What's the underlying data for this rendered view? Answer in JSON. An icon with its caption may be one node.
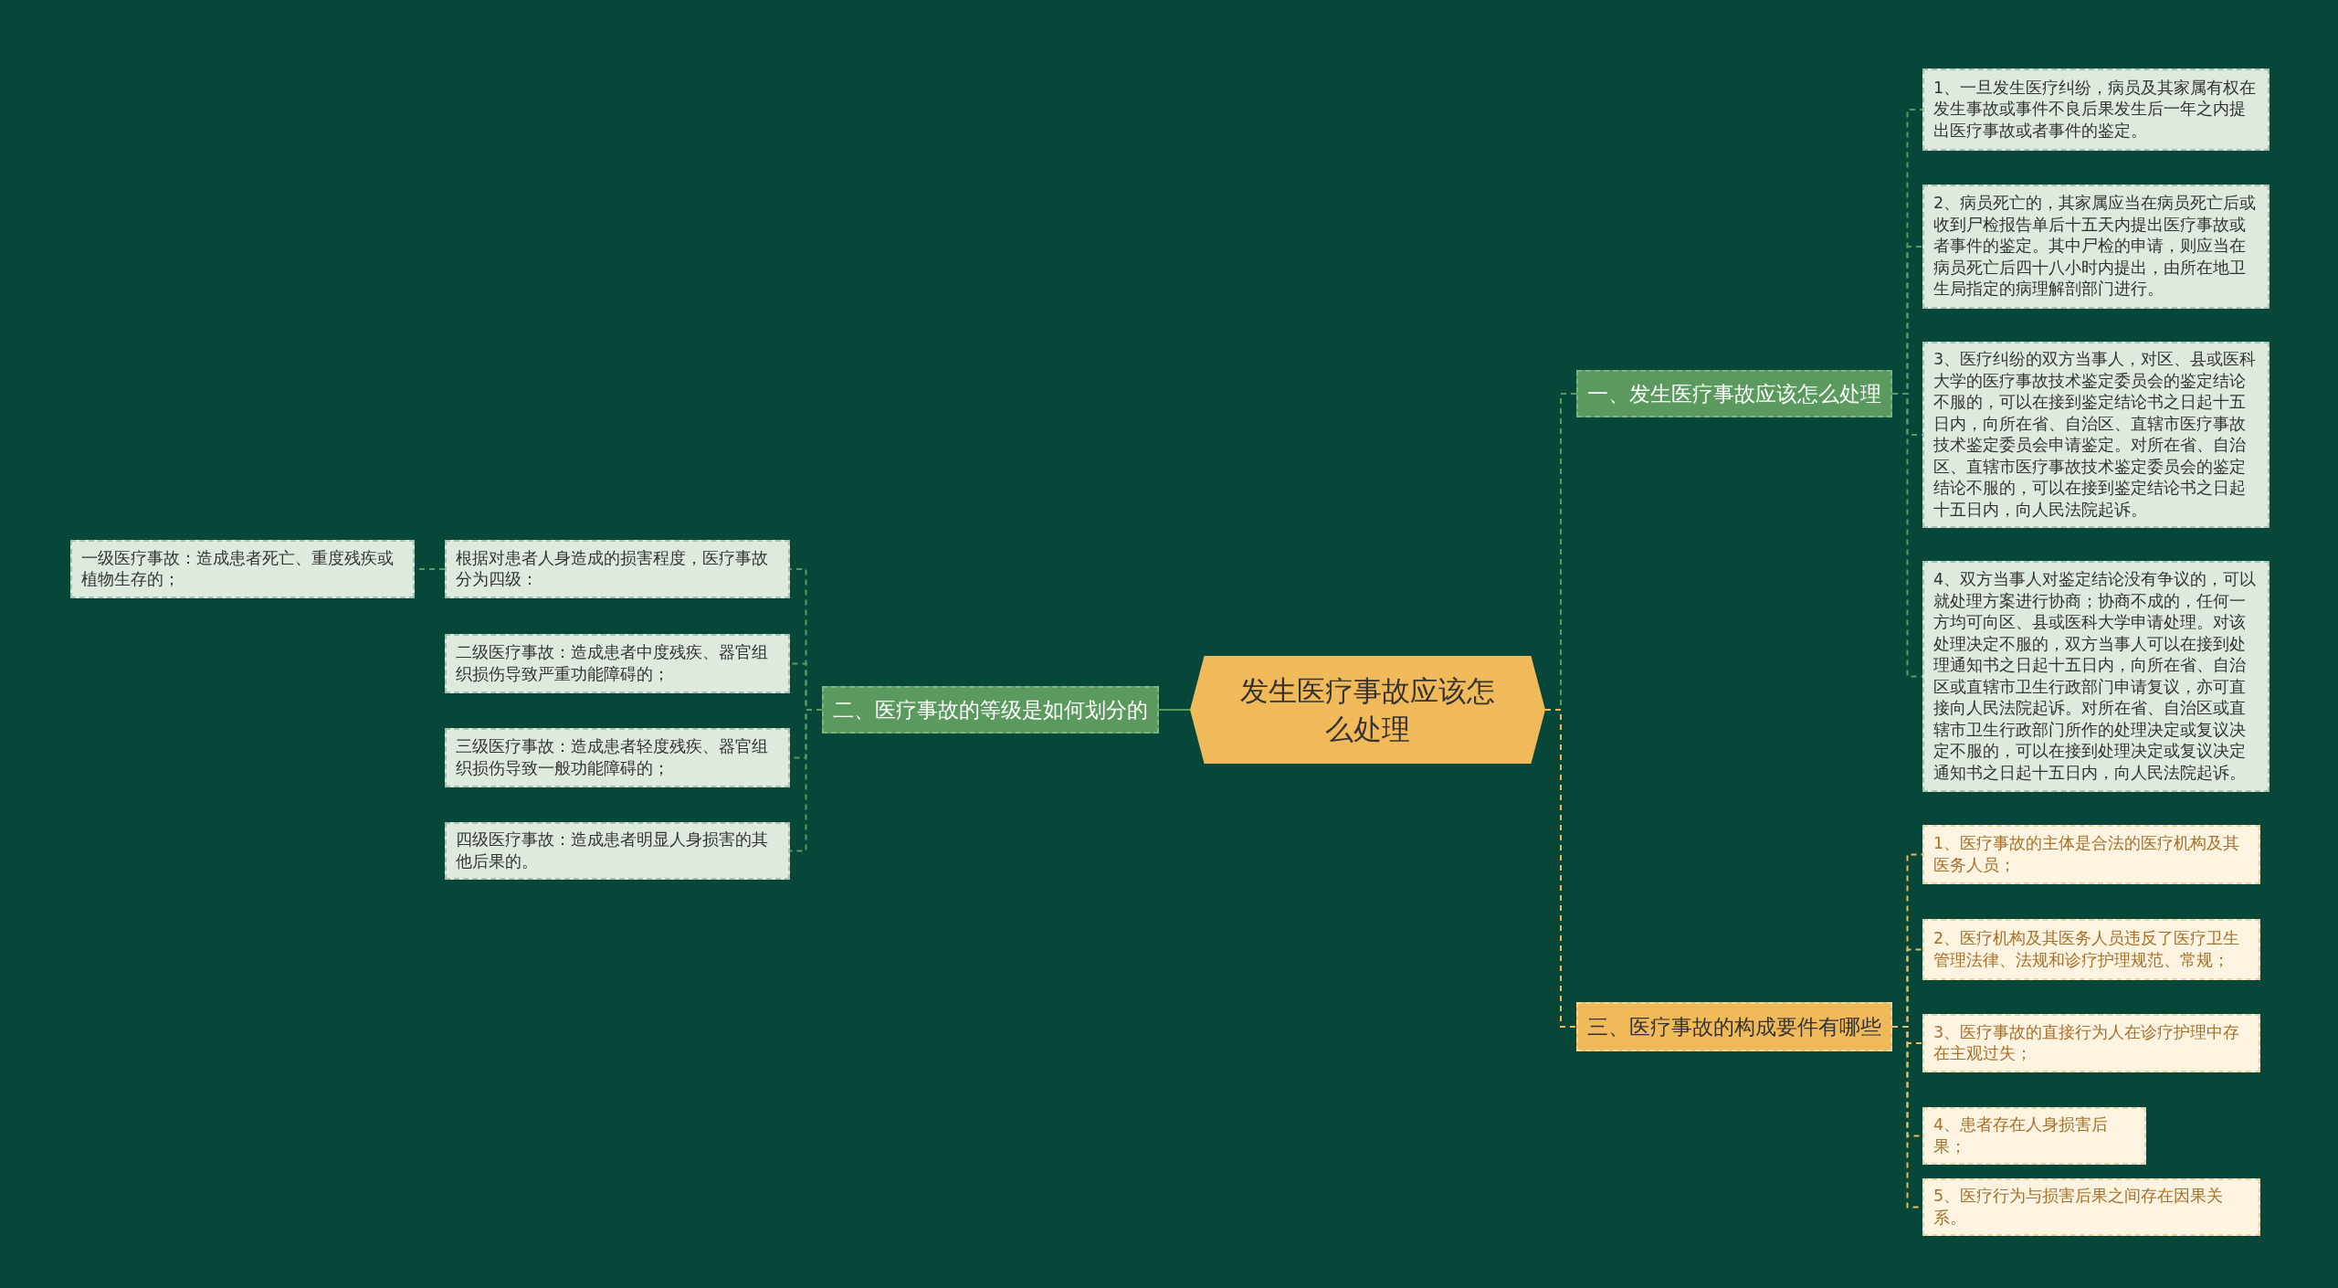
{
  "diagram": {
    "nodes": [
      {
        "text": [
          "发生医疗事故应该怎么处理"
        ]
      },
      {
        "text": [
          "一、发生医疗事故应该怎么处理"
        ]
      },
      {
        "text": [
          "1、一旦发生医疗纠纷，病员及其家属有权在发生事故或事件不良后果发生后一年之内提出医疗事故或者事件的鉴定。"
        ]
      },
      {
        "text": [
          "2、病员死亡的，其家属应当在病员死亡后或收到尸检报告单后十五天内提出医疗事故或者事件的鉴定。其中尸检的申请，则应当在病员死亡后四十八小时内提出，由所在地卫生局指定的病理解剖部门进行。"
        ]
      },
      {
        "text": [
          "3、医疗纠纷的双方当事人，对区、县或医科大学的医疗事故技术鉴定委员会的鉴定结论不服的，可以在接到鉴定结论书之日起十五日内，向所在省、自治区、直辖市医疗事故技术鉴定委员会申请鉴定。对所在省、自治区、直辖市医疗事故技术鉴定委员会的鉴定结论不服的，可以在接到鉴定结论书之日起十五日内，向人民法院起诉。"
        ]
      },
      {
        "text": [
          "4、双方当事人对鉴定结论没有争议的，可以就处理方案进行协商；协商不成的，任何一方均可向区、县或医科大学申请处理。对该处理决定不服的，双方当事人可以在接到处理通知书之日起十五日内，向所在省、自治区或直辖市卫生行政部门申请复议，亦可直接向人民法院起诉。对所在省、自治区或直辖市卫生行政部门所作的处理决定或复议决定不服的，可以在接到处理决定或复议决定通知书之日起十五日内，向人民法院起诉。"
        ]
      },
      {
        "text": [
          "二、医疗事故的等级是如何划分的"
        ]
      },
      {
        "text": [
          "根据对患者人身造成的损害程度，医疗事故分为四级："
        ]
      },
      {
        "text": [
          "一级医疗事故：造成患者死亡、重度残疾或植物生存的；"
        ]
      },
      {
        "text": [
          "二级医疗事故：造成患者中度残疾、器官组织损伤导致严重功能障碍的；"
        ]
      },
      {
        "text": [
          "三级医疗事故：造成患者轻度残疾、器官组织损伤导致一般功能障碍的；"
        ]
      },
      {
        "text": [
          "四级医疗事故：造成患者明显人身损害的其他后果的。"
        ]
      },
      {
        "text": [
          "三、医疗事故的构成要件有哪些"
        ]
      },
      {
        "text": [
          "1、医疗事故的主体是合法的医疗机构及其医务人员；"
        ]
      },
      {
        "text": [
          "2、医疗机构及其医务人员违反了医疗卫生管理法律、法规和诊疗护理规范、常规；"
        ]
      },
      {
        "text": [
          "3、医疗事故的直接行为人在诊疗护理中存在主观过失；"
        ]
      },
      {
        "text": [
          "4、患者存在人身损害后果；"
        ]
      },
      {
        "text": [
          "5、医疗行为与损害后果之间存在因果关系。"
        ]
      }
    ],
    "edges": [
      {
        "from": 0,
        "to": 1,
        "arrow": "none",
        "style": "dashed"
      },
      {
        "from": 1,
        "to": 2,
        "arrow": "none",
        "style": "dashed"
      },
      {
        "from": 1,
        "to": 3,
        "arrow": "none",
        "style": "dashed"
      },
      {
        "from": 1,
        "to": 4,
        "arrow": "none",
        "style": "dashed"
      },
      {
        "from": 1,
        "to": 5,
        "arrow": "none",
        "style": "dashed"
      },
      {
        "from": 0,
        "to": 6,
        "arrow": "none"
      },
      {
        "from": 6,
        "to": 7,
        "arrow": "none",
        "style": "dashed"
      },
      {
        "from": 7,
        "to": 8,
        "arrow": "none",
        "style": "dashed"
      },
      {
        "from": 6,
        "to": 9,
        "arrow": "none",
        "style": "dashed"
      },
      {
        "from": 6,
        "to": 10,
        "arrow": "none",
        "style": "dashed"
      },
      {
        "from": 6,
        "to": 11,
        "arrow": "none",
        "style": "dashed"
      },
      {
        "from": 0,
        "to": 12,
        "arrow": "none",
        "style": "dashed",
        "color": "#f0b95a"
      },
      {
        "from": 12,
        "to": 13,
        "arrow": "none",
        "style": "dashed",
        "color": "#f0b95a"
      },
      {
        "from": 12,
        "to": 14,
        "arrow": "none",
        "style": "dashed",
        "color": "#f0b95a"
      },
      {
        "from": 12,
        "to": 15,
        "arrow": "none",
        "style": "dashed",
        "color": "#f0b95a"
      },
      {
        "from": 12,
        "to": 16,
        "arrow": "none",
        "style": "dashed",
        "color": "#f0b95a"
      },
      {
        "from": 12,
        "to": 17,
        "arrow": "none",
        "style": "dashed",
        "color": "#f0b95a"
      }
    ]
  }
}
